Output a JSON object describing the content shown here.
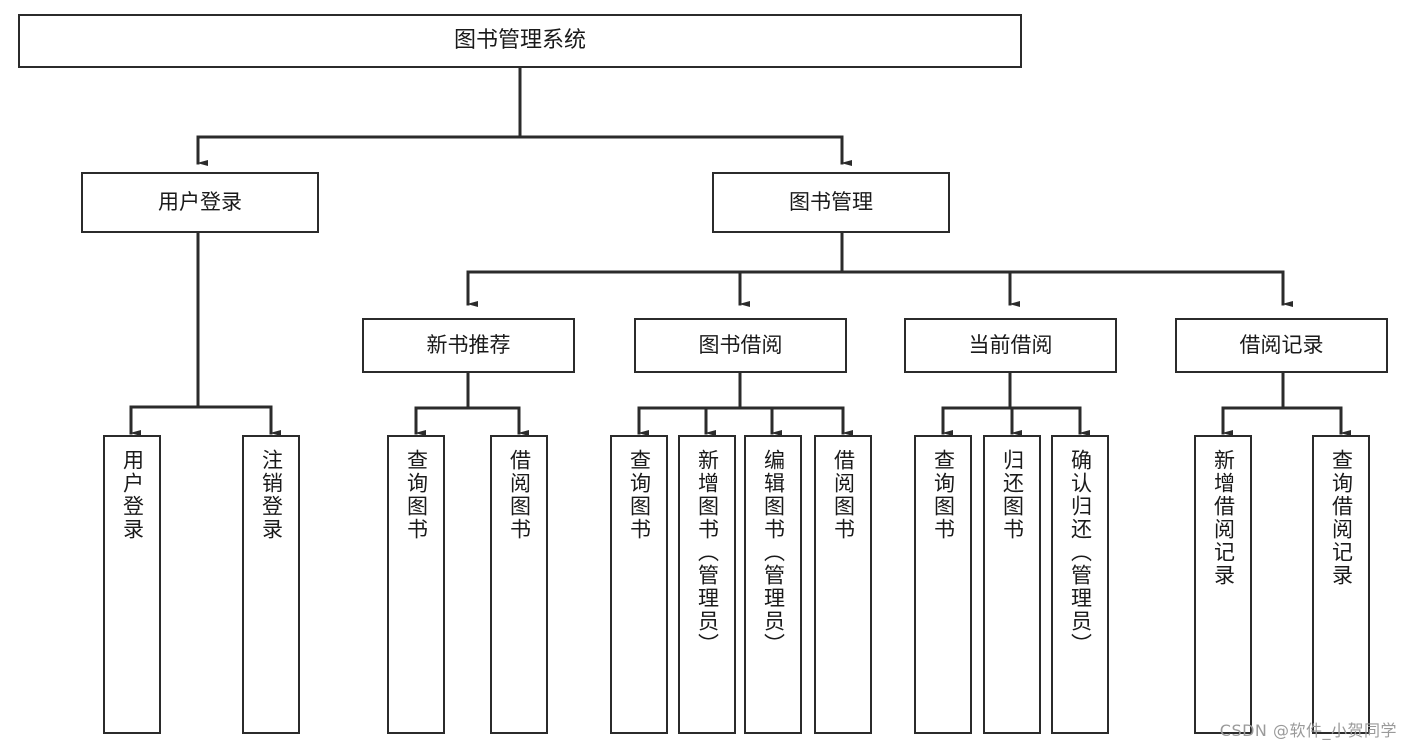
{
  "diagram": {
    "type": "tree-hierarchy",
    "title": "图书管理系统",
    "watermark": "CSDN @软件_小贺同学",
    "colors": {
      "background": "#ffffff",
      "box_border": "#2b2b2b",
      "box_fill": "#ffffff",
      "text": "#1a1a1a",
      "connector": "#2b2b2b",
      "watermark": "#9a9a9a"
    },
    "nodes": {
      "root": {
        "label": "图书管理系统"
      },
      "level2": [
        {
          "id": "user-login",
          "label": "用户登录"
        },
        {
          "id": "book-manage",
          "label": "图书管理"
        }
      ],
      "level3": [
        {
          "id": "new-book-recommend",
          "label": "新书推荐"
        },
        {
          "id": "book-borrow",
          "label": "图书借阅"
        },
        {
          "id": "current-borrow",
          "label": "当前借阅"
        },
        {
          "id": "borrow-record",
          "label": "借阅记录"
        }
      ],
      "leaves": {
        "user-login": [
          {
            "id": "leaf-user-login",
            "label": "用户登录"
          },
          {
            "id": "leaf-logout",
            "label": "注销登录"
          }
        ],
        "new-book-recommend": [
          {
            "id": "leaf-query-book-1",
            "label": "查询图书"
          },
          {
            "id": "leaf-borrow-book-1",
            "label": "借阅图书"
          }
        ],
        "book-borrow": [
          {
            "id": "leaf-query-book-2",
            "label": "查询图书"
          },
          {
            "id": "leaf-add-book",
            "label": "新增图书（管理员）"
          },
          {
            "id": "leaf-edit-book",
            "label": "编辑图书（管理员）"
          },
          {
            "id": "leaf-borrow-book-2",
            "label": "借阅图书"
          }
        ],
        "current-borrow": [
          {
            "id": "leaf-query-book-3",
            "label": "查询图书"
          },
          {
            "id": "leaf-return-book",
            "label": "归还图书"
          },
          {
            "id": "leaf-confirm-return",
            "label": "确认归还（管理员）"
          }
        ],
        "borrow-record": [
          {
            "id": "leaf-add-record",
            "label": "新增借阅记录"
          },
          {
            "id": "leaf-query-record",
            "label": "查询借阅记录"
          }
        ]
      }
    }
  }
}
